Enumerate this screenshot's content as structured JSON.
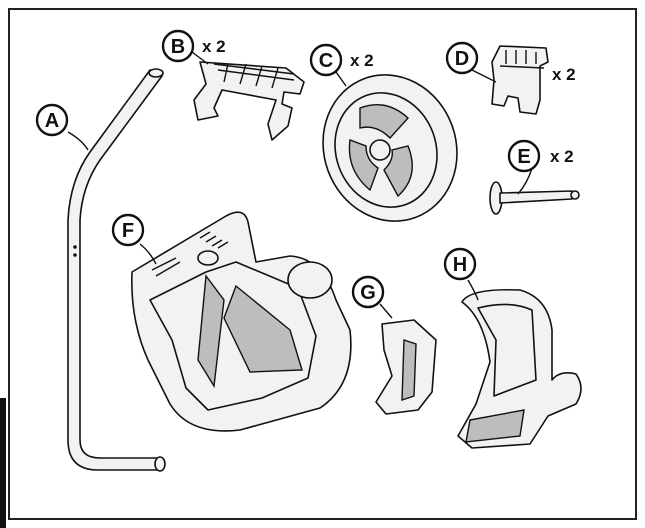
{
  "parts": [
    {
      "id": "A",
      "letter": "A",
      "qty": ""
    },
    {
      "id": "B",
      "letter": "B",
      "qty": "x 2"
    },
    {
      "id": "C",
      "letter": "C",
      "qty": "x 2"
    },
    {
      "id": "D",
      "letter": "D",
      "qty": "x 2"
    },
    {
      "id": "E",
      "letter": "E",
      "qty": "x 2"
    },
    {
      "id": "F",
      "letter": "F",
      "qty": ""
    },
    {
      "id": "G",
      "letter": "G",
      "qty": ""
    },
    {
      "id": "H",
      "letter": "H",
      "qty": ""
    }
  ]
}
